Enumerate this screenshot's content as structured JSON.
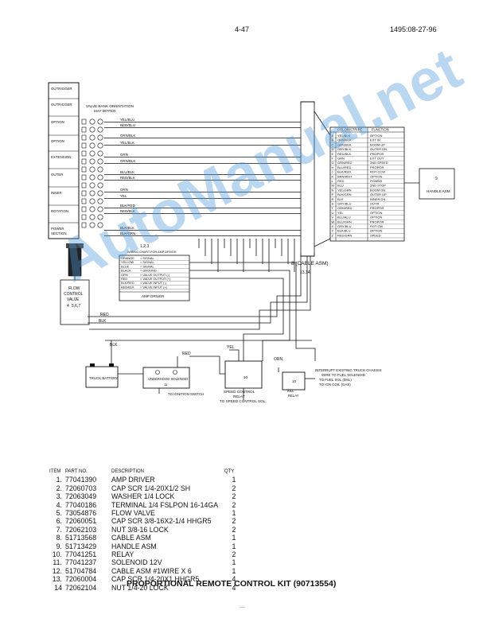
{
  "header": {
    "page_number": "4-47",
    "doc_code": "1495:08-27-96"
  },
  "valve_bank": {
    "orientation_note": [
      "VALVE BANK ORIENTATION",
      "MAY DIFFER"
    ],
    "sections": [
      "OUTRIGGER",
      "OUTRIGGER",
      "OPTION",
      "OPTION",
      "EXTENSION",
      "OUTER",
      "INNER",
      "ROTATION",
      "POWER SECTION"
    ],
    "wire_labels": [
      "YEL/BLU",
      "RED/BLU",
      "ORN/BLK",
      "YEL/BLK",
      "GRN",
      "ORN/BLK",
      "BLU/BLK",
      "RED/BLK",
      "ORN",
      "YEL",
      "BLK/RED",
      "RED/BLK",
      "BLK/BLK",
      "BLK/GRN"
    ]
  },
  "amp_driver": {
    "ref": "1,2,3",
    "title": "WIRING CHART FOR AMP DRIVER",
    "rows": [
      [
        "ORANGE",
        "SIGNAL"
      ],
      [
        "YELLOW",
        "SIGNAL"
      ],
      [
        "BLUE",
        "SIGNAL"
      ],
      [
        "BLACK",
        "GROUND"
      ],
      [
        "GRN",
        "VALVE OUTPUT (-)"
      ],
      [
        "RED",
        "VALVE OUTPUT (+)"
      ],
      [
        "BLK/RED",
        "VALVE INPUT (-)"
      ],
      [
        "RED/BLK",
        "VALVE INPUT (+)"
      ]
    ],
    "label": "AMP DRIVER"
  },
  "function_chart": {
    "header": [
      "COLOR/STRIPE",
      "FUNCTION"
    ],
    "rows": [
      [
        "A",
        "YEL/BLK",
        "OPTION"
      ],
      [
        "B",
        "ORN/BLK",
        "EXT IN"
      ],
      [
        "C",
        "GRN/BLK",
        "BOOM UP"
      ],
      [
        "D",
        "GRY/BLK",
        "OUTER DN"
      ],
      [
        "E",
        "RED/BLK",
        "PROPOR"
      ],
      [
        "F",
        "GRN",
        "EXT OUT"
      ],
      [
        "G",
        "GRN/RED",
        "2ND SPEED"
      ],
      [
        "H",
        "BLU/RED",
        "PROPOR"
      ],
      [
        "J",
        "BLK/RED",
        "ROT CCW"
      ],
      [
        "K",
        "BRN/WHT",
        "OPTION"
      ],
      [
        "L",
        "RED",
        "POWER"
      ],
      [
        "M",
        "BLU",
        "2ND STOP"
      ],
      [
        "N",
        "YEL/GRN",
        "BOOM DN"
      ],
      [
        "P",
        "BLK/GRN",
        "OUTER UP"
      ],
      [
        "R",
        "BLK",
        "INNER DN"
      ],
      [
        "S",
        "GRY/BLU",
        "OUTR"
      ],
      [
        "T",
        "GRN/RED",
        "PROPOR"
      ],
      [
        "U",
        "YEL",
        "OPTION"
      ],
      [
        "V",
        "BLU/ALU",
        "OPTION"
      ],
      [
        "W",
        "BLU/GRN",
        "PROPOR"
      ],
      [
        "X",
        "GRY/BLU",
        "ROT CW"
      ],
      [
        "Y",
        "BLK/BLU",
        "OPTION"
      ],
      [
        "Z",
        "RED/GRN",
        "SPEED"
      ]
    ]
  },
  "handle_asm": "HANDLE ASM",
  "handle_ref": "9",
  "cable_asm": "8 (CABLE ASM)",
  "cable_refs": "13,14",
  "flow_valve": {
    "label": [
      "FLOW",
      "CONTROL",
      "VALVE"
    ],
    "ref": "4",
    "refs2": "5,6,7"
  },
  "wires": {
    "red": "RED",
    "blk": "BLK",
    "yel": "YEL",
    "orn": "ORN"
  },
  "truck_battery": "TRUCK BATTERY",
  "solenoid": {
    "label": "UNDERHOOD SOLENOID",
    "ref": "11"
  },
  "speed_relay": {
    "label": [
      "SPEED CONTROL",
      "RELAY"
    ],
    "ref": "10"
  },
  "kill_relay": {
    "label": [
      "KILL",
      "RELAY"
    ],
    "ref": "10"
  },
  "to_ignition": "TO IGNITION SWITCH",
  "to_speed_sol": "TO SPEED CONTROL SOL",
  "interrupt_note": [
    "INTERRUPT EXISTING TRUCK CHASSIS",
    "WIRE TO FUEL SOLENOID",
    "TO FUEL SOL (DSL)",
    "TO IGN COIL (GAS)"
  ],
  "parts_list": {
    "headers": {
      "item": "ITEM",
      "part_no": "PART NO.",
      "description": "DESCRIPTION",
      "qty": "QTY"
    },
    "rows": [
      {
        "item": "1.",
        "part_no": "77041390",
        "description": "AMP DRIVER",
        "qty": "1"
      },
      {
        "item": "2.",
        "part_no": "72060703",
        "description": "CAP SCR 1/4-20X1/2 SH",
        "qty": "2"
      },
      {
        "item": "3.",
        "part_no": "72063049",
        "description": "WASHER 1/4 LOCK",
        "qty": "2"
      },
      {
        "item": "4.",
        "part_no": "77040186",
        "description": "TERMINAL 1/4 FSLPON 16-14GA",
        "qty": "2"
      },
      {
        "item": "5.",
        "part_no": "73054876",
        "description": "FLOW VALVE",
        "qty": "1"
      },
      {
        "item": "6.",
        "part_no": "72060051",
        "description": "CAP SCR 3/8-16X2-1/4 HHGR5",
        "qty": "2"
      },
      {
        "item": "7.",
        "part_no": "72062103",
        "description": "NUT 3/8-16 LOCK",
        "qty": "2"
      },
      {
        "item": "8.",
        "part_no": "51713568",
        "description": "CABLE ASM",
        "qty": "1"
      },
      {
        "item": "9.",
        "part_no": "51713429",
        "description": "HANDLE ASM",
        "qty": "1"
      },
      {
        "item": "10.",
        "part_no": "77041251",
        "description": "RELAY",
        "qty": "2"
      },
      {
        "item": "11.",
        "part_no": "77041237",
        "description": "SOLENOID 12V",
        "qty": "1"
      },
      {
        "item": "12.",
        "part_no": "51704784",
        "description": "CABLE ASM #1WIRE X 6",
        "qty": "1"
      },
      {
        "item": "13.",
        "part_no": "72060004",
        "description": "CAP SCR 1/4-20X1 HHGR5",
        "qty": "4"
      },
      {
        "item": "14",
        "part_no": "72062104",
        "description": "NUT 1/4-20 LOCK",
        "qty": "4"
      }
    ]
  },
  "kit_title": "PROPORTIONAL REMOTE CONTROL KIT (90713554)",
  "watermark": "AutoManual.net",
  "footer_mark": "—"
}
